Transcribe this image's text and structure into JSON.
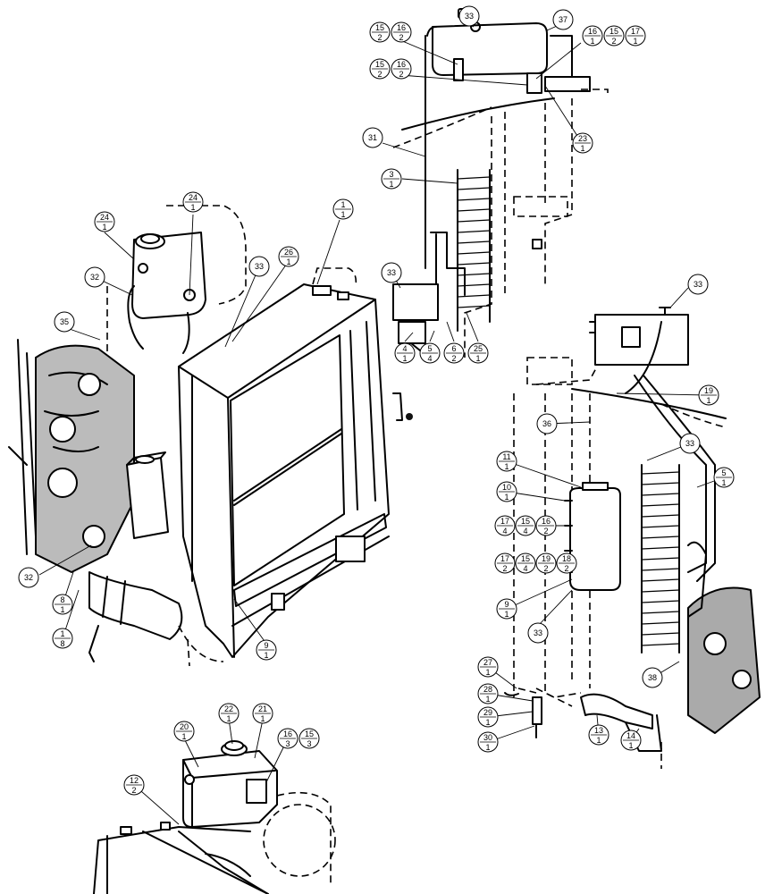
{
  "balloons": [
    {
      "id": "top-33",
      "top": "33",
      "bottom": ""
    },
    {
      "id": "top-15-2-a",
      "top": "15",
      "bottom": "2"
    },
    {
      "id": "top-16-2-a",
      "top": "16",
      "bottom": "2"
    },
    {
      "id": "top-37",
      "top": "37",
      "bottom": ""
    },
    {
      "id": "top-16-1",
      "top": "16",
      "bottom": "1"
    },
    {
      "id": "top-15-2-b",
      "top": "15",
      "bottom": "2"
    },
    {
      "id": "top-17-1",
      "top": "17",
      "bottom": "1"
    },
    {
      "id": "top-15-2-c",
      "top": "15",
      "bottom": "2"
    },
    {
      "id": "top-16-2-b",
      "top": "16",
      "bottom": "2"
    },
    {
      "id": "top-23-1",
      "top": "23",
      "bottom": "1"
    },
    {
      "id": "top-31",
      "top": "31",
      "bottom": ""
    },
    {
      "id": "top-3-1",
      "top": "3",
      "bottom": "1"
    },
    {
      "id": "top-33-b",
      "top": "33",
      "bottom": ""
    },
    {
      "id": "top-4-1",
      "top": "4",
      "bottom": "1"
    },
    {
      "id": "top-5-4",
      "top": "5",
      "bottom": "4"
    },
    {
      "id": "top-6-2",
      "top": "6",
      "bottom": "2"
    },
    {
      "id": "top-25-1",
      "top": "25",
      "bottom": "1"
    },
    {
      "id": "left-24-1-a",
      "top": "24",
      "bottom": "1"
    },
    {
      "id": "left-24-1-b",
      "top": "24",
      "bottom": "1"
    },
    {
      "id": "left-1-1",
      "top": "1",
      "bottom": "1"
    },
    {
      "id": "left-26-1",
      "top": "26",
      "bottom": "1"
    },
    {
      "id": "left-33",
      "top": "33",
      "bottom": ""
    },
    {
      "id": "left-32-a",
      "top": "32",
      "bottom": ""
    },
    {
      "id": "left-35",
      "top": "35",
      "bottom": ""
    },
    {
      "id": "left-32-b",
      "top": "32",
      "bottom": ""
    },
    {
      "id": "left-8-1",
      "top": "8",
      "bottom": "1"
    },
    {
      "id": "left-1-8",
      "top": "1",
      "bottom": "8"
    },
    {
      "id": "left-9-1",
      "top": "9",
      "bottom": "1"
    },
    {
      "id": "right-33-a",
      "top": "33",
      "bottom": ""
    },
    {
      "id": "right-19-1",
      "top": "19",
      "bottom": "1"
    },
    {
      "id": "right-36",
      "top": "36",
      "bottom": ""
    },
    {
      "id": "right-33-b",
      "top": "33",
      "bottom": ""
    },
    {
      "id": "right-11-1",
      "top": "11",
      "bottom": "1"
    },
    {
      "id": "right-5-1",
      "top": "5",
      "bottom": "1"
    },
    {
      "id": "right-10-1",
      "top": "10",
      "bottom": "1"
    },
    {
      "id": "right-17-4",
      "top": "17",
      "bottom": "4"
    },
    {
      "id": "right-15-4",
      "top": "15",
      "bottom": "4"
    },
    {
      "id": "right-16-2",
      "top": "16",
      "bottom": "2"
    },
    {
      "id": "right-17-2",
      "top": "17",
      "bottom": "2"
    },
    {
      "id": "right-15-4-b",
      "top": "15",
      "bottom": "4"
    },
    {
      "id": "right-19-2",
      "top": "19",
      "bottom": "2"
    },
    {
      "id": "right-18-2",
      "top": "18",
      "bottom": "2"
    },
    {
      "id": "right-9-1",
      "top": "9",
      "bottom": "1"
    },
    {
      "id": "right-33-c",
      "top": "33",
      "bottom": ""
    },
    {
      "id": "right-27-1",
      "top": "27",
      "bottom": "1"
    },
    {
      "id": "right-28-1",
      "top": "28",
      "bottom": "1"
    },
    {
      "id": "right-29-1",
      "top": "29",
      "bottom": "1"
    },
    {
      "id": "right-30-1",
      "top": "30",
      "bottom": "1"
    },
    {
      "id": "right-38",
      "top": "38",
      "bottom": ""
    },
    {
      "id": "right-13-1",
      "top": "13",
      "bottom": "1"
    },
    {
      "id": "right-14-1",
      "top": "14",
      "bottom": "1"
    },
    {
      "id": "bot-20-1",
      "top": "20",
      "bottom": "1"
    },
    {
      "id": "bot-22-1",
      "top": "22",
      "bottom": "1"
    },
    {
      "id": "bot-21-1",
      "top": "21",
      "bottom": "1"
    },
    {
      "id": "bot-16-3",
      "top": "16",
      "bottom": "3"
    },
    {
      "id": "bot-15-3",
      "top": "15",
      "bottom": "3"
    },
    {
      "id": "bot-12-2",
      "top": "12",
      "bottom": "2"
    }
  ]
}
